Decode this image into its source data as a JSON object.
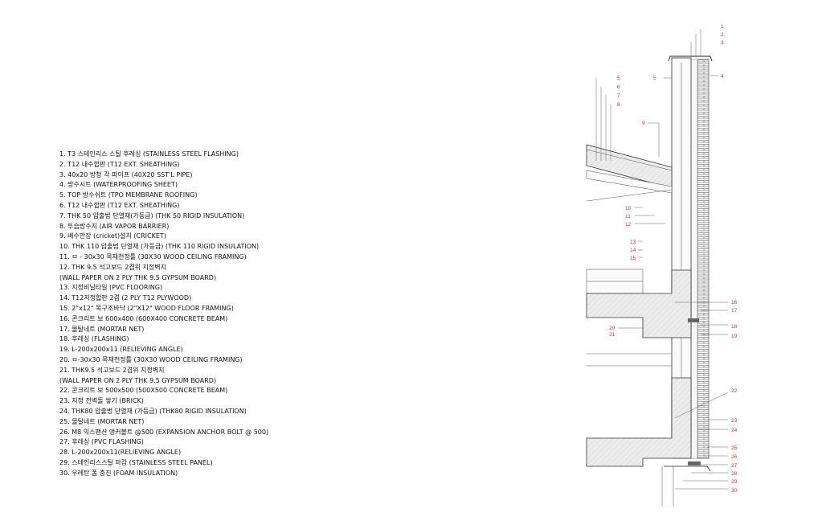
{
  "legend": [
    "1. T3 스테인리스 스틸 후레싱 (STAINLESS STEEL FLASHING)",
    "2. T12 내수합판 (T12 EXT. SHEATHING)",
    "3. 40x20 방청 각 파이프 (40X20 SST'L PIPE)",
    "4. 방수시트 (WATERPROOFING SHEET)",
    "5. TOP 방수쉬트 (TPO MEMBRANE ROOFING)",
    "6. T12 내수합판 (T12 EXT. SHEATHING)",
    "7. THK 50 압출법 단열재(가등급) (THK 50 RIGID INSULATION)",
    "8. 투습방수지 (AIR VAPOR BARRIER)",
    "9. 배수안장 (cricket)설치 (CRICKET)",
    "10. THK 110 압출법 단열재 (가등급) (THK 110 RIGID INSULATION)",
    "11. ㅁ - 30x30 목재천정틀 (30X30 WOOD CEILING FRAMING)",
    "12. THK 9.5 석고보드 2겹위 지정벽지",
    "(WALL PAPER ON 2 PLY THK 9.5 GYPSUM BOARD)",
    "13. 지정비닐타일 (PVC FLOORING)",
    "14. T12지정합판 2겹 (2 PLY T12 PLYWOOD)",
    "15. 2\"x12\" 목구조바닥 (2\"X12\" WOOD FLOOR FRAMING)",
    "16. 콘크리트 보 600x400 (600X400 CONCRETE BEAM)",
    "17. 몰탈네트 (MORTAR NET)",
    "18. 후레싱 (FLASHING)",
    "19. L-200x200x11 (RELIEVING ANGLE)",
    "20. ㅁ-30x30 목재천정틀 (30X30 WOOD CEILING FRAMING)",
    "21. THK9.5 석고보드 2겹위 지정벽지",
    "(WALL PAPER ON 2 PLY THK 9.5 GYPSUM BOARD)",
    "22. 콘크리트 보 500x500 (500X500 CONCRETE BEAM)",
    "23. 지정 전벽돌 쌓기 (BRICK)",
    "24. THK80 압출법 단열재 (가등급) (THK80 RIGID INSULATION)",
    "25. 몰탈네트 (MORTAR NET)",
    "26. M8 익스팬션 앵커볼트 @500 (EXPANSION ANCHOR BOLT @ 500)",
    "27. 후레싱 (PVC FLASHING)",
    "28. L-200x200x11(RELIEVING ANGLE)",
    "29. 스테인리스스틸 마감 (STAINLESS STEEL PANEL)",
    "30. 우레탄 폼 충진 (FOAM INSULATION)"
  ],
  "callouts": {
    "c1": "1",
    "c2": "2",
    "c3": "3",
    "c4": "4",
    "c5a": "5",
    "c5b": "5",
    "c6": "6",
    "c7": "7",
    "c8": "8",
    "c9": "9",
    "c10": "10",
    "c11": "11",
    "c12": "12",
    "c13": "13",
    "c14": "14",
    "c15": "15",
    "c16": "16",
    "c17": "17",
    "c18": "18",
    "c19": "19",
    "c20": "20",
    "c21": "21",
    "c22": "22",
    "c23": "23",
    "c24": "24",
    "c25": "25",
    "c26": "26",
    "c27": "27",
    "c28": "28",
    "c29": "29",
    "c30": "30"
  },
  "colors": {
    "callout_text": "#b33a36",
    "line": "#333333",
    "concrete_fill": "#e6e6e6",
    "insulation_fill": "#f4f4f4"
  }
}
